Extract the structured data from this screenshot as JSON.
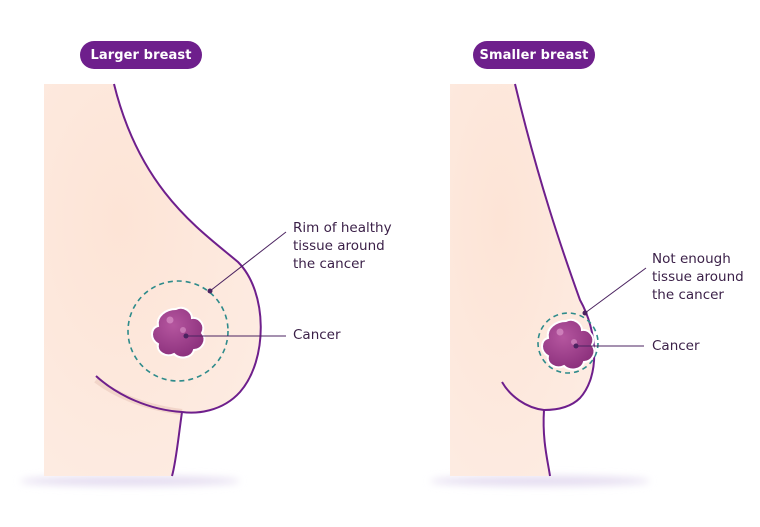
{
  "panels": {
    "left": {
      "title": "Larger breast",
      "annotation_rim": [
        "Rim of healthy",
        "tissue around",
        "the cancer"
      ],
      "annotation_cancer": "Cancer"
    },
    "right": {
      "title": "Smaller breast",
      "annotation_rim": [
        "Not enough",
        "tissue around",
        "the cancer"
      ],
      "annotation_cancer": "Cancer"
    }
  },
  "colors": {
    "skin": "#fde7da",
    "outline": "#6e1f8c",
    "tumor": "#9c3d8a",
    "margin_dash": "#2e8b8b",
    "pill": "#6e1f8c",
    "shadow": "#e7e0f3"
  }
}
